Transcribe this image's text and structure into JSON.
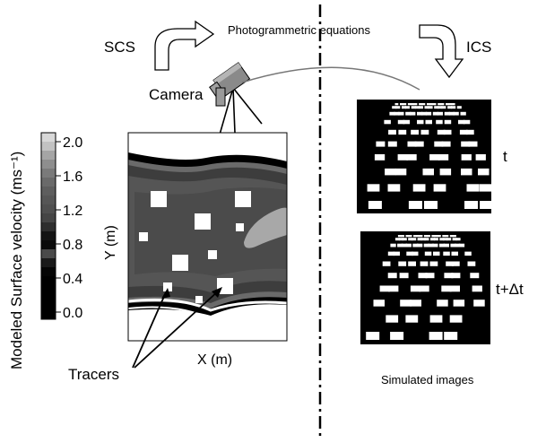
{
  "labels": {
    "scs": "SCS",
    "ics": "ICS",
    "photogrammetric": "Photogrammetric equations",
    "camera": "Camera",
    "colorbar_title": "Modeled Surface velocity (ms⁻¹)",
    "y_axis": "Y (m)",
    "x_axis": "X (m)",
    "tracers": "Tracers",
    "time_t": "t",
    "time_t_dt": "t+Δt",
    "simulated": "Simulated images"
  },
  "colorbar_ticks": [
    "2.0",
    "1.6",
    "1.2",
    "0.8",
    "0.4",
    "0.0"
  ],
  "colors": {
    "image_bg": "#000000",
    "tracer": "#ffffff",
    "flow_dark": "#3a3a3a",
    "flow_mid": "#555555",
    "flow_light": "#a8a8a8",
    "divider": "#000000"
  },
  "icons": {
    "camera": "camera-icon",
    "curved_arrow_left": "curved-arrow-icon",
    "curved_arrow_right": "curved-arrow-icon"
  }
}
